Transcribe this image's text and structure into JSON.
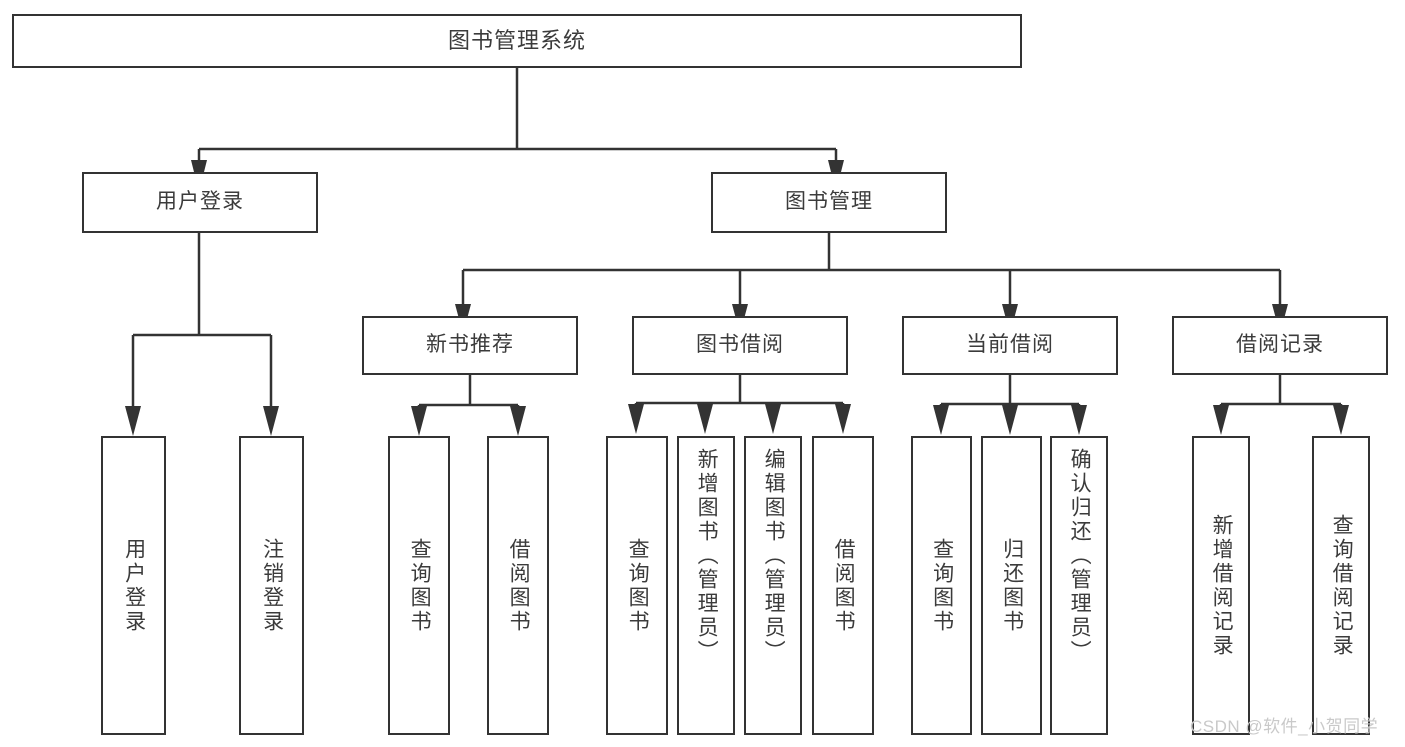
{
  "diagram": {
    "title": "图书管理系统",
    "type": "tree-hierarchy-chart",
    "watermark": "CSDN @软件_小贺同学",
    "colors": {
      "box_border": "#333333",
      "box_fill": "#ffffff",
      "text": "#3b3b3b",
      "connector": "#333333",
      "watermark": "#c9c9c9"
    },
    "nodes": {
      "root": {
        "label": "图书管理系统"
      },
      "level2": [
        {
          "label": "用户登录"
        },
        {
          "label": "图书管理"
        }
      ],
      "level3": [
        {
          "label": "新书推荐"
        },
        {
          "label": "图书借阅"
        },
        {
          "label": "当前借阅"
        },
        {
          "label": "借阅记录"
        }
      ],
      "leaves_user_login": [
        {
          "label": "用户登录"
        },
        {
          "label": "注销登录"
        }
      ],
      "leaves_new_book": [
        {
          "label": "查询图书"
        },
        {
          "label": "借阅图书"
        }
      ],
      "leaves_borrow": [
        {
          "label": "查询图书"
        },
        {
          "label": "新增图书（管理员）"
        },
        {
          "label": "编辑图书（管理员）"
        },
        {
          "label": "借阅图书"
        }
      ],
      "leaves_current": [
        {
          "label": "查询图书"
        },
        {
          "label": "归还图书"
        },
        {
          "label": "确认归还（管理员）"
        }
      ],
      "leaves_record": [
        {
          "label": "新增借阅记录"
        },
        {
          "label": "查询借阅记录"
        }
      ]
    }
  }
}
